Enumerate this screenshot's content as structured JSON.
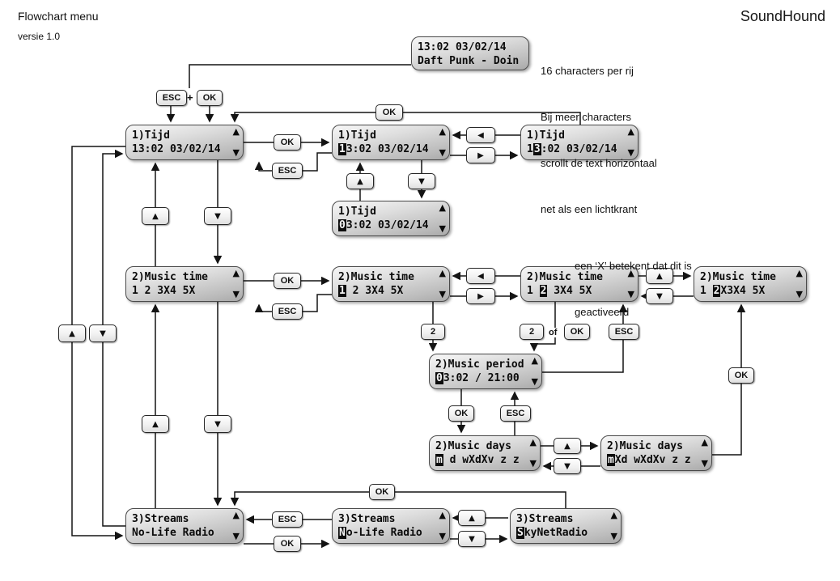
{
  "header": {
    "title": "Flowchart menu",
    "version": "versie 1.0",
    "brand": "SoundHound"
  },
  "notes": {
    "scroll": [
      "16 characters per rij",
      "Bij meer characters",
      "scrollt de text horizontaal",
      "net als een lichtkrant"
    ],
    "x_meaning": [
      "een ‘X’ betekent dat dit is",
      "geactiveerd"
    ]
  },
  "labels": {
    "ok": "OK",
    "esc": "ESC",
    "two": "2",
    "plus": "+",
    "of": "of",
    "up": "▲",
    "down": "▼",
    "left": "◀",
    "right": "▶"
  },
  "lcds": {
    "now_playing": {
      "line1": "13:02 03/02/14",
      "pre": "Daft Punk - Doin",
      "inv": "",
      "post": ""
    },
    "tijd_main": {
      "line1": "1)Tijd",
      "pre": "13:02 03/02/14",
      "inv": "",
      "post": ""
    },
    "tijd_edit_1": {
      "line1": "1)Tijd",
      "pre": "",
      "inv": "1",
      "post": "3:02 03/02/14"
    },
    "tijd_edit_2": {
      "line1": "1)Tijd",
      "pre": "1",
      "inv": "3",
      "post": ":02 03/02/14"
    },
    "tijd_changed": {
      "line1": "1)Tijd",
      "pre": "",
      "inv": "0",
      "post": "3:02 03/02/14"
    },
    "music_main": {
      "line1": "2)Music time",
      "pre": "1 2 3X4 5X",
      "inv": "",
      "post": ""
    },
    "music_edit_1": {
      "line1": "2)Music time",
      "pre": "",
      "inv": "1",
      "post": " 2 3X4 5X"
    },
    "music_edit_2": {
      "line1": "2)Music time",
      "pre": "1 ",
      "inv": "2",
      "post": " 3X4 5X"
    },
    "music_edit_2x": {
      "line1": "2)Music time",
      "pre": "1 ",
      "inv": "2",
      "post": "X3X4 5X"
    },
    "music_period": {
      "line1": "2)Music period",
      "pre": "",
      "inv": "0",
      "post": "3:02 / 21:00"
    },
    "music_days": {
      "line1": "2)Music days",
      "pre": "",
      "inv": "m",
      "post": " d wXdXv z z"
    },
    "music_days_x": {
      "line1": "2)Music days",
      "pre": "",
      "inv": "m",
      "post": "Xd wXdXv z z"
    },
    "streams_main": {
      "line1": "3)Streams",
      "pre": "No-Life Radio",
      "inv": "",
      "post": ""
    },
    "streams_edit_1": {
      "line1": "3)Streams",
      "pre": "",
      "inv": "N",
      "post": "o-Life Radio"
    },
    "streams_edit_2": {
      "line1": "3)Streams",
      "pre": "",
      "inv": "S",
      "post": "kyNetRadio"
    }
  }
}
